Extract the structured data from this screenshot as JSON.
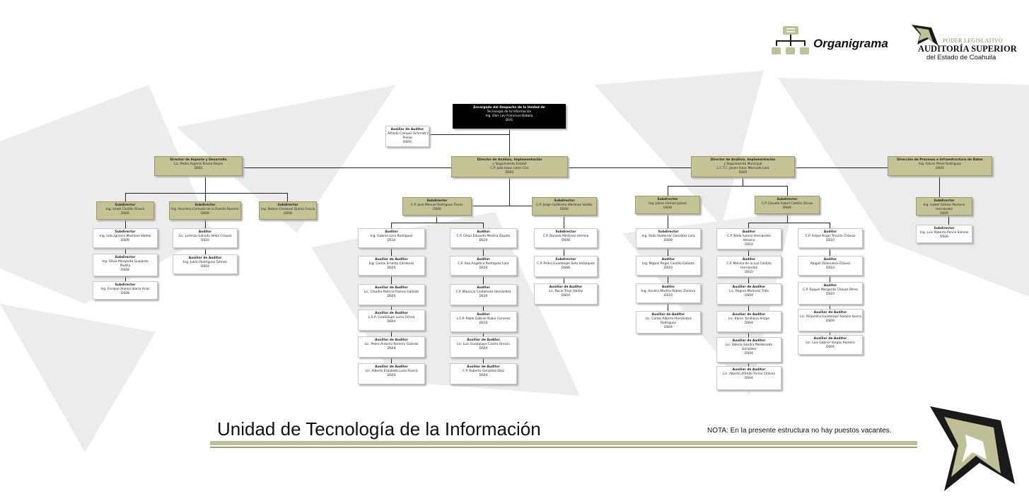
{
  "header": {
    "icon_label": "Organigrama",
    "logo": {
      "tagline": "PODER LEGISLATIVO",
      "name": "AUDITORÍA SUPERIOR",
      "subname": "del Estado de Coahuila"
    }
  },
  "title": "Unidad de Tecnología de la Información",
  "note": "NOTA: En la presente estructura no hay puestos vacantes.",
  "colors": {
    "manager_fill": "#c3c395",
    "top_fill": "#000000",
    "accent_bar": "#c0c098"
  },
  "nodes": [
    {
      "id": "top",
      "t": "Encargado del Despacho de la Unidad de",
      "l": [
        "Tecnología de la Información",
        "Ing. Darr Lev Francisco Batalla",
        "DUG"
      ]
    },
    {
      "id": "aux",
      "t": "Auxiliar de Auditor",
      "l": [
        "Alfredo Campos Schmidt Ortega",
        "Preiijo",
        "DS04"
      ]
    },
    {
      "id": "m1",
      "t": "Director de Soporte y Desarrollo",
      "l": [
        "Lic. Pedro Argenis Rivera Reyes",
        "DS02"
      ]
    },
    {
      "id": "m2",
      "t": "Director de Análisis, Implementación",
      "l": [
        "y Seguimiento Estatal",
        "C.P. Julio Isaac Lares Ciro",
        "DS02"
      ]
    },
    {
      "id": "m3",
      "t": "Director de Análisis, Implementación",
      "l": [
        "y Seguimiento Municipal",
        "L.C.T.C. Javier Isaac Mercado Lara",
        "DS05"
      ]
    },
    {
      "id": "m4",
      "t": "Dirección de Procesos e Infraestructura de Datos",
      "l": [
        "Ing. Arturo Pérez Rodríguez",
        "DS05"
      ]
    },
    {
      "id": "a1",
      "t": "Subdirector",
      "l": [
        "Ing. Israel Castillo Rivera",
        "DS06"
      ]
    },
    {
      "id": "a2",
      "t": "Subdirector",
      "l": [
        "Ing. Anselmo Cernuda de la Puente Romero",
        "DS06"
      ]
    },
    {
      "id": "a3",
      "t": "Subdirector",
      "l": [
        "Ing. Nelson Emanuel Quiroz Gracia",
        "DS08"
      ]
    },
    {
      "id": "a1a",
      "t": "Subdirector",
      "l": [
        "Ing. Iván Ignacio Martínez Valdez",
        "DS06"
      ]
    },
    {
      "id": "a1b",
      "t": "Subdirector",
      "l": [
        "Ing. Silvia Margarita Guajardo",
        "Padilla",
        "DS08"
      ]
    },
    {
      "id": "a1c",
      "t": "Subdirector",
      "l": [
        "Ing. Enrique Alonso Ibarra Arias",
        "DS08"
      ]
    },
    {
      "id": "a2a",
      "t": "Auditor",
      "l": [
        "Lic. Lorenzo Galindo Vélez Chávez",
        "DS10"
      ]
    },
    {
      "id": "a2b",
      "t": "Auxiliar de Auditor",
      "l": [
        "Ing. Julián Rodríguez Gómez",
        "DS04"
      ]
    },
    {
      "id": "b1",
      "t": "Subdirector",
      "l": [
        "C.P. José Manuel Rodríguez Flores",
        "DS06"
      ]
    },
    {
      "id": "b2",
      "t": "Subdirector",
      "l": [
        "C.P. Jorge Guillermo Martínez Valdés",
        "DS06"
      ]
    },
    {
      "id": "b1a",
      "t": "Auditor",
      "l": [
        "Ing. Gabriel Lara Rodríguez",
        "DS10"
      ]
    },
    {
      "id": "b1b",
      "t": "Auxiliar de Auditor",
      "l": [
        "Ing. Carlos Ernesto Cárdenas",
        "DS04"
      ]
    },
    {
      "id": "b1c",
      "t": "Auxiliar de Auditor",
      "l": [
        "Lic. Claudia Patricia Ramos Galindo",
        "DS04"
      ]
    },
    {
      "id": "b1d",
      "t": "Auxiliar de Auditor",
      "l": [
        "L.S.A. Guadalupe Lucio Ochoa",
        "DS04"
      ]
    },
    {
      "id": "b1e",
      "t": "Auxiliar de Auditor",
      "l": [
        "Lic. Pedro Antonio Romero Galindo",
        "DS04"
      ]
    },
    {
      "id": "b1f",
      "t": "Auxiliar de Auditor",
      "l": [
        "Lic. Alberto Elizabeth Luna Rivera",
        "DS04"
      ]
    },
    {
      "id": "b1g",
      "t": "Auditor",
      "l": [
        "C.P. César Eduardo Medina Zapata",
        "DS10"
      ]
    },
    {
      "id": "b1h",
      "t": "Auditor",
      "l": [
        "C.P. Ana Angélica Rodríguez Lara",
        "DS10"
      ]
    },
    {
      "id": "b1i",
      "t": "Auditor",
      "l": [
        "C.P. Mauricio Castañeda Hernández",
        "DS10"
      ]
    },
    {
      "id": "b1j",
      "t": "Auditor",
      "l": [
        "L.C.P. Pablo Gabriel Rubio Cisneros",
        "DS10"
      ]
    },
    {
      "id": "b1k",
      "t": "Auxiliar de Auditor",
      "l": [
        "Lic. Luis Guadalupe Castro Orozco",
        "DS04"
      ]
    },
    {
      "id": "b1l",
      "t": "Auxiliar de Auditor",
      "l": [
        "C.P. Roberto González Díaz",
        "DS04"
      ]
    },
    {
      "id": "b2a",
      "t": "Subdirector",
      "l": [
        "C.P. Daniela Martínez Herrera",
        "DS08"
      ]
    },
    {
      "id": "b2b",
      "t": "Subdirector",
      "l": [
        "C.P. Pedro Guadalupe Soto Velázquez",
        "DS08"
      ]
    },
    {
      "id": "b2c",
      "t": "Auxiliar de Auditor",
      "l": [
        "Lic. Rocío Trejo Valdez",
        "DS04"
      ]
    },
    {
      "id": "c1",
      "t": "Subdirector",
      "l": [
        "Ing. Jaime Gómez Juárez",
        "DS08"
      ]
    },
    {
      "id": "c2",
      "t": "Subdirector",
      "l": [
        "C.P. Claudia Isabel Castillo Olivas",
        "DS06"
      ]
    },
    {
      "id": "c1a",
      "t": "Subdirector",
      "l": [
        "Ing. Yorbi Valdemar González Lara",
        "DS08"
      ]
    },
    {
      "id": "c1b",
      "t": "Auditor",
      "l": [
        "Ing. Miguel Ángel Castillo Galarza",
        "DS10"
      ]
    },
    {
      "id": "c1c",
      "t": "Auditor",
      "l": [
        "Ing. Sandra Martha Robles Zamora",
        "DS10"
      ]
    },
    {
      "id": "c1d",
      "t": "Auxiliar de Auditor",
      "l": [
        "Lic. Carlos Alberto Hernández",
        "Rodríguez",
        "DS04"
      ]
    },
    {
      "id": "c2a",
      "t": "Auditor",
      "l": [
        "C.P. Nidia Ivonne Hernández",
        "Velasco",
        "DS10"
      ]
    },
    {
      "id": "c2b",
      "t": "Auditor",
      "l": [
        "C.P. Mónica de la Luz Castillo",
        "Hernández",
        "DS10"
      ]
    },
    {
      "id": "c2c",
      "t": "Auxiliar de Auditor",
      "l": [
        "Lic. Regina Martínez Trillo",
        "DS04"
      ]
    },
    {
      "id": "c2d",
      "t": "Auxiliar de Auditor",
      "l": [
        "Lic. Karen Yaridiana Arizpe",
        "DS04"
      ]
    },
    {
      "id": "c2e",
      "t": "Auxiliar de Auditor",
      "l": [
        "Lic. Valeria Sandra Maldonado",
        "González",
        "DS04"
      ]
    },
    {
      "id": "c2f",
      "t": "Auxiliar de Auditor",
      "l": [
        "Lic. Alberto Alfredo Torres Chávez",
        "DS04"
      ]
    },
    {
      "id": "c2g",
      "t": "Auditor",
      "l": [
        "C.P. Felipe Ángel Treviño Chávez",
        "DS10"
      ]
    },
    {
      "id": "c2h",
      "t": "Auditor",
      "l": [
        "Abigail Villanueva Chávez",
        "DS10"
      ]
    },
    {
      "id": "c2i",
      "t": "Auditor",
      "l": [
        "C.P. Raquel Margarita Chávez Pérez",
        "DS10"
      ]
    },
    {
      "id": "c2j",
      "t": "Auxiliar de Auditor",
      "l": [
        "Lic. Alejandra Guadalupe Salazar Ibarra",
        "DS04"
      ]
    },
    {
      "id": "c2k",
      "t": "Auxiliar de Auditor",
      "l": [
        "Lic. Luis Gabriel Vargas Romero",
        "DS04"
      ]
    },
    {
      "id": "d1",
      "t": "Subdirector",
      "l": [
        "Ing. Isabel Gómez Pacheco",
        "Hernández",
        "DS06"
      ]
    },
    {
      "id": "d2",
      "t": "Subdirector",
      "l": [
        "Ing. Luis Roberto Ponce Salinas",
        "DS06"
      ]
    }
  ]
}
